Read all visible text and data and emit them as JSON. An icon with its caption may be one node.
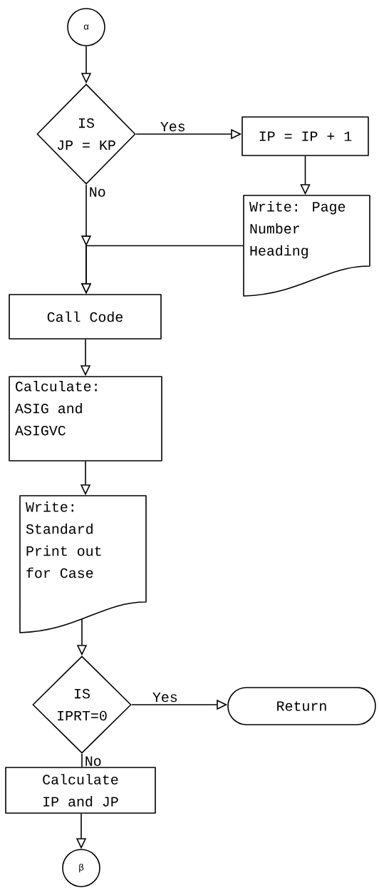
{
  "diagram": {
    "nodes": [
      {
        "text": [
          "α"
        ]
      },
      {
        "text": [
          "IS",
          "JP = KP"
        ]
      },
      {
        "text": [
          "IP = IP + 1"
        ]
      },
      {
        "text": [
          "Write: Page Number Heading"
        ]
      },
      {
        "text": [
          "Call Code"
        ]
      },
      {
        "text": [
          "Calculate: ASIG and ASIGVC"
        ]
      },
      {
        "text": [
          "Write: Standard Print out for Case"
        ]
      },
      {
        "text": [
          "IS",
          "IPRT=0"
        ]
      },
      {
        "text": [
          "Return"
        ]
      },
      {
        "text": [
          "Calculate IP and JP"
        ]
      },
      {
        "text": [
          "β"
        ]
      }
    ],
    "edges": [
      {
        "from": 0,
        "to": 1,
        "arrow": "to"
      },
      {
        "from": 1,
        "to": 2,
        "arrow": "to",
        "label": "Yes"
      },
      {
        "from": 2,
        "to": 3,
        "arrow": "to"
      },
      {
        "from": 1,
        "to": 4,
        "arrow": "to",
        "label": "No"
      },
      {
        "from": 3,
        "to": 4,
        "arrow": "to"
      },
      {
        "from": 4,
        "to": 5,
        "arrow": "to"
      },
      {
        "from": 5,
        "to": 6,
        "arrow": "to"
      },
      {
        "from": 6,
        "to": 7,
        "arrow": "to"
      },
      {
        "from": 7,
        "to": 8,
        "arrow": "to",
        "label": "Yes"
      },
      {
        "from": 7,
        "to": 9,
        "arrow": "none",
        "label": "No"
      },
      {
        "from": 9,
        "to": 10,
        "arrow": "to"
      }
    ]
  }
}
